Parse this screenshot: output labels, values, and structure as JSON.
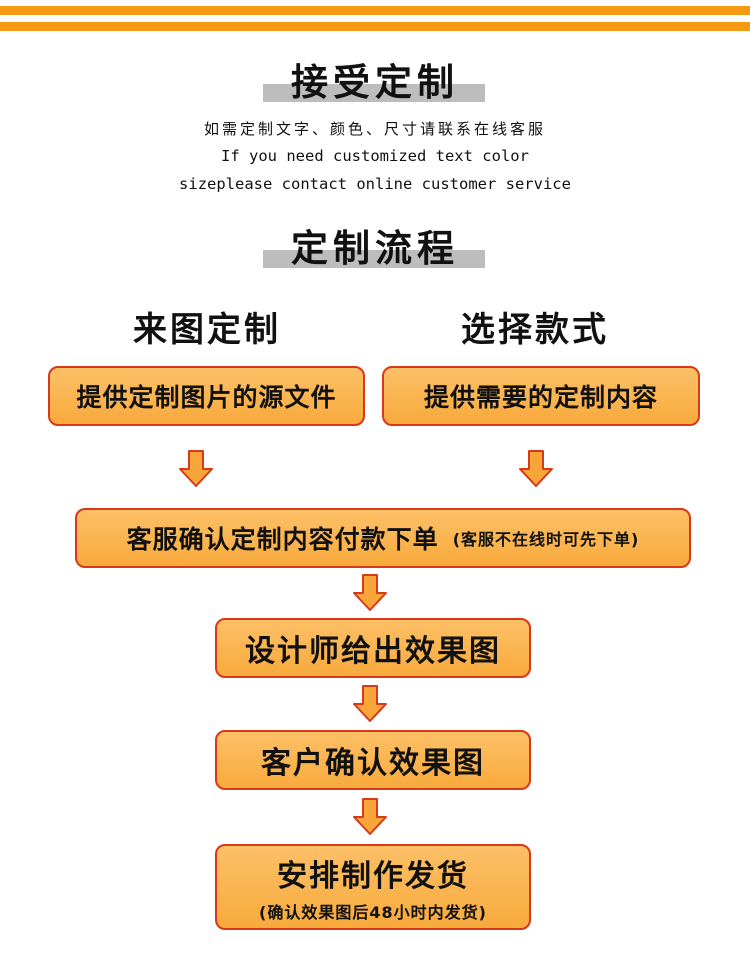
{
  "header": {
    "title1": "接受定制",
    "info_lines": [
      "如需定制文字、颜色、尺寸请联系在线客服",
      "If you need customized text color",
      "sizeplease contact online customer service"
    ],
    "title2": "定制流程"
  },
  "columns": {
    "left": {
      "heading": "来图定制",
      "step": "提供定制图片的源文件"
    },
    "right": {
      "heading": "选择款式",
      "step": "提供需要的定制内容"
    }
  },
  "flow": {
    "confirm": {
      "label": "客服确认定制内容付款下单",
      "note": "(客服不在线时可先下单)"
    },
    "design": {
      "label": "设计师给出效果图"
    },
    "customer_confirm": {
      "label": "客户确认效果图"
    },
    "ship": {
      "label": "安排制作发货",
      "note": "(确认效果图后48小时内发货)"
    }
  },
  "colors": {
    "accent_bar": "#f59a12",
    "box_fill": "#f8aa3c",
    "box_border": "#d9391b",
    "arrow_fill": "#f8a63a",
    "arrow_stroke": "#d9391b"
  },
  "icons": {
    "flow_arrow": "arrow-down-icon"
  }
}
